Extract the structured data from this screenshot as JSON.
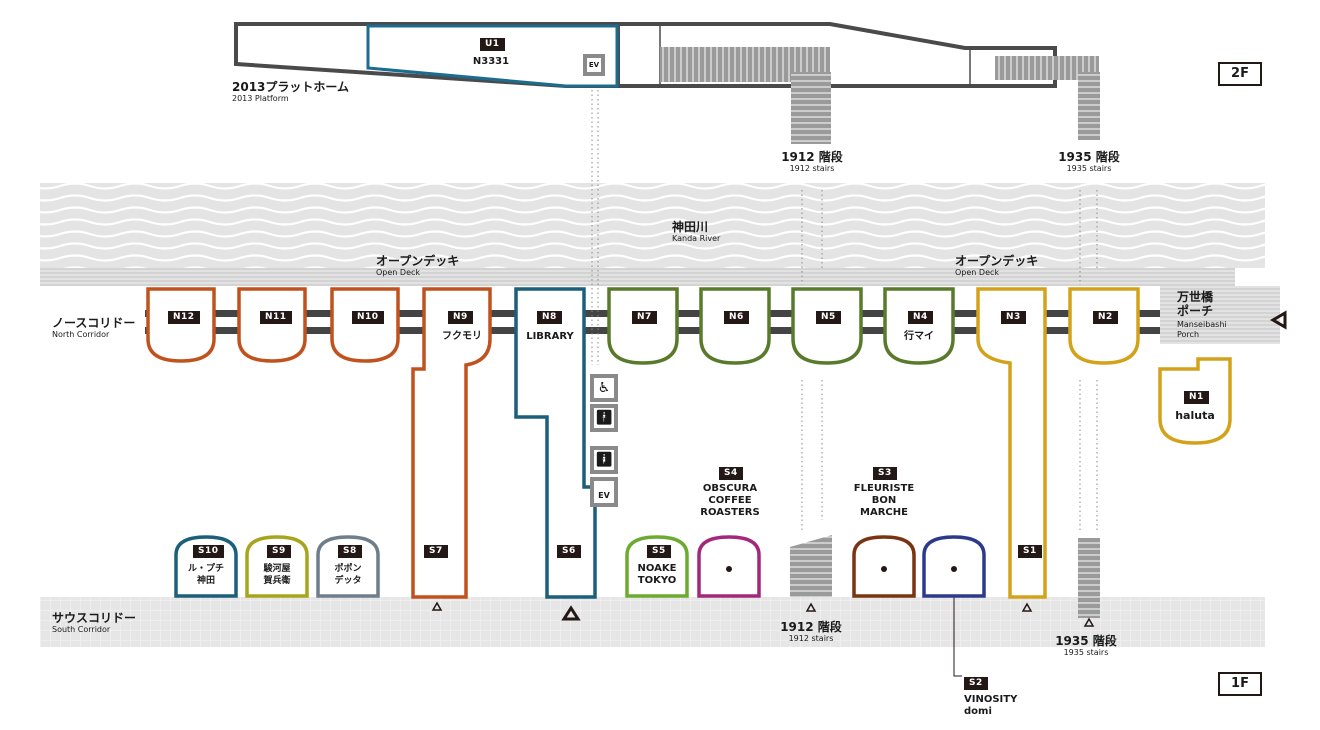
{
  "floors": {
    "upper": "2F",
    "lower": "1F"
  },
  "platform": {
    "label_jp": "2013プラットホーム",
    "label_en": "2013 Platform"
  },
  "upper_shop": {
    "tag": "U1",
    "name": "N3331"
  },
  "stairs_1912_upper": {
    "jp": "1912 階段",
    "en": "1912 stairs"
  },
  "stairs_1935_upper": {
    "jp": "1935 階段",
    "en": "1935 stairs"
  },
  "river": {
    "jp": "神田川",
    "en": "Kanda River"
  },
  "open_deck_left": {
    "jp": "オープンデッキ",
    "en": "Open Deck"
  },
  "open_deck_right": {
    "jp": "オープンデッキ",
    "en": "Open Deck"
  },
  "north_corridor": {
    "jp": "ノースコリドー",
    "en": "North Corridor"
  },
  "south_corridor": {
    "jp": "サウスコリドー",
    "en": "South Corridor"
  },
  "porch": {
    "jp1": "万世橋",
    "jp2": "ポーチ",
    "en1": "Manseibashi",
    "en2": "Porch"
  },
  "stairs_1912_lower": {
    "jp": "1912 階段",
    "en": "1912 stairs"
  },
  "stairs_1935_lower": {
    "jp": "1935 階段",
    "en": "1935 stairs"
  },
  "icons": {
    "elevator": "EV"
  },
  "north_shops": [
    {
      "tag": "N12",
      "name": "",
      "color": "#c0521e"
    },
    {
      "tag": "N11",
      "name": "",
      "color": "#c0521e"
    },
    {
      "tag": "N10",
      "name": "",
      "color": "#c0521e"
    },
    {
      "tag": "N9",
      "name": "フクモリ",
      "color": "#c0521e"
    },
    {
      "tag": "N8",
      "name": "LIBRARY",
      "color": "#1c5f7a"
    },
    {
      "tag": "N7",
      "name": "",
      "color": "#587a2a"
    },
    {
      "tag": "N6",
      "name": "",
      "color": "#587a2a"
    },
    {
      "tag": "N5",
      "name": "",
      "color": "#587a2a"
    },
    {
      "tag": "N4",
      "name": "行マイ",
      "color": "#587a2a"
    },
    {
      "tag": "N3",
      "name": "",
      "color": "#d3a21b"
    },
    {
      "tag": "N2",
      "name": "",
      "color": "#d3a21b"
    },
    {
      "tag": "N1",
      "name": "haluta",
      "color": "#d3a21b"
    }
  ],
  "south_shops": [
    {
      "tag": "S10",
      "l1": "ル・プチ",
      "l2": "神田",
      "color": "#1c5f7a"
    },
    {
      "tag": "S9",
      "l1": "駿河屋",
      "l2": "賀兵衛",
      "color": "#a7a51c"
    },
    {
      "tag": "S8",
      "l1": "ポポン",
      "l2": "デッタ",
      "color": "#6e7e8a"
    },
    {
      "tag": "S7",
      "l1": "",
      "l2": "",
      "color": "#c0521e"
    },
    {
      "tag": "S6",
      "l1": "",
      "l2": "",
      "color": "#1c5f7a"
    },
    {
      "tag": "S5",
      "l1": "NOAKE",
      "l2": "TOKYO",
      "color": "#6cab2f"
    },
    {
      "tag": "S4",
      "l1": "OBSCURA",
      "l2": "COFFEE",
      "l3": "ROASTERS",
      "color": "#a4287a"
    },
    {
      "tag": "S3",
      "l1": "FLEURISTE",
      "l2": "BON",
      "l3": "MARCHE",
      "color": "#7a3412"
    },
    {
      "tag": "S2",
      "l1": "VINOSITY",
      "l2": "domi",
      "color": "#2d3a8c"
    },
    {
      "tag": "S1",
      "l1": "",
      "l2": "",
      "color": "#d3a21b"
    }
  ]
}
